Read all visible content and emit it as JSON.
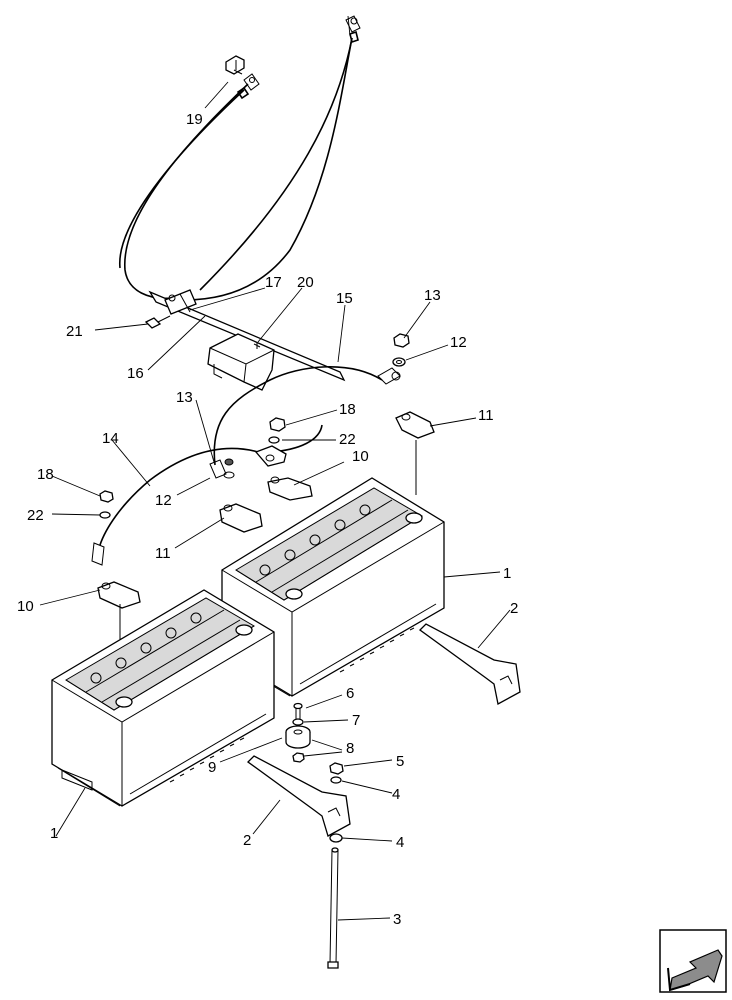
{
  "callouts": {
    "c1a": "1",
    "c1b": "1",
    "c2a": "2",
    "c2b": "2",
    "c3": "3",
    "c4a": "4",
    "c4b": "4",
    "c5": "5",
    "c6": "6",
    "c7": "7",
    "c8": "8",
    "c9": "9",
    "c10a": "10",
    "c10b": "10",
    "c11a": "11",
    "c11b": "11",
    "c12a": "12",
    "c12b": "12",
    "c13a": "13",
    "c13b": "13",
    "c14": "14",
    "c15": "15",
    "c16": "16",
    "c17": "17",
    "c18a": "18",
    "c18b": "18",
    "c19": "19",
    "c20": "20",
    "c21": "21",
    "c22a": "22",
    "c22b": "22"
  },
  "icons": {
    "nav_arrow": "arrow-left-down-icon"
  }
}
